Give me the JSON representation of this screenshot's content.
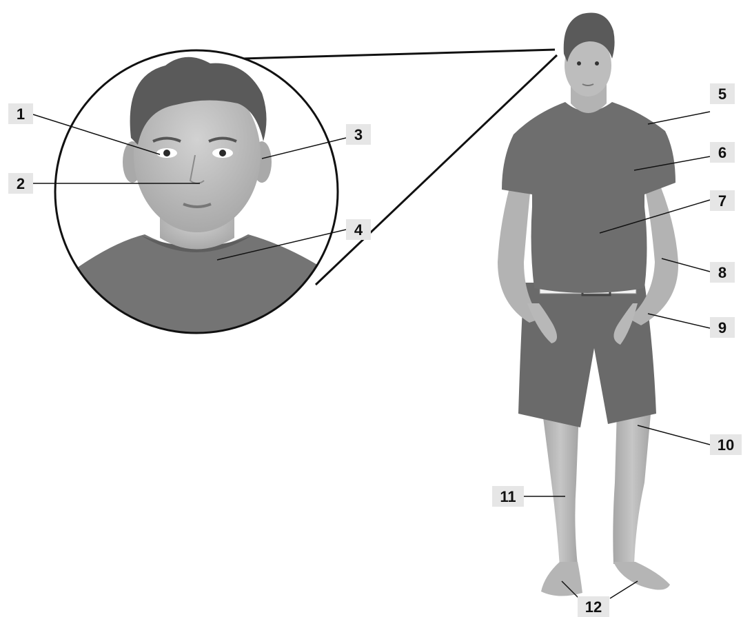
{
  "labels": [
    {
      "id": 1,
      "text": "1"
    },
    {
      "id": 2,
      "text": "2"
    },
    {
      "id": 3,
      "text": "3"
    },
    {
      "id": 4,
      "text": "4"
    },
    {
      "id": 5,
      "text": "5"
    },
    {
      "id": 6,
      "text": "6"
    },
    {
      "id": 7,
      "text": "7"
    },
    {
      "id": 8,
      "text": "8"
    },
    {
      "id": 9,
      "text": "9"
    },
    {
      "id": 10,
      "text": "10"
    },
    {
      "id": 11,
      "text": "11"
    },
    {
      "id": 12,
      "text": "12"
    }
  ],
  "colors": {
    "label_box": "#e6e6e6",
    "line": "#111111",
    "skin": "#b9b9b9",
    "hair": "#5a5a5a",
    "shirt": "#6e6e6e",
    "shorts": "#666666",
    "belt": "#f2f2f2"
  }
}
